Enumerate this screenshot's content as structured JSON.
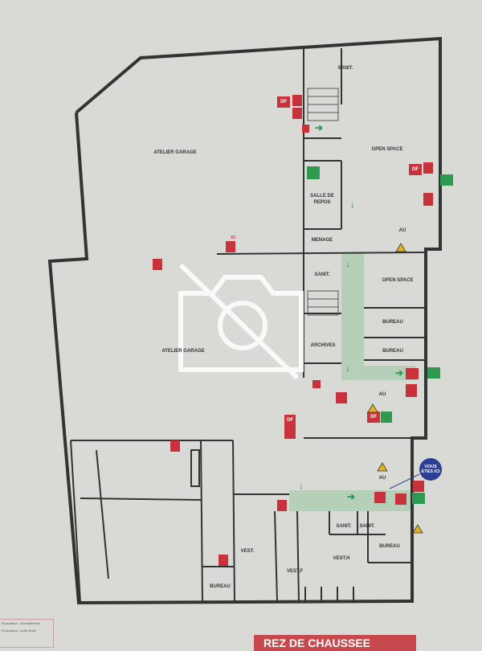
{
  "rooms": {
    "sanit_top": "SANIT.",
    "open_space_top": "OPEN SPACE",
    "atelier_garage_top": "ATELIER GARAGE",
    "salle_de_repos": "SALLE DE REPOS",
    "menage": "MENAGE",
    "sanit_mid": "SANIT.",
    "open_space_mid": "OPEN SPACE",
    "bureau_1": "BUREAU",
    "bureau_2": "BUREAU",
    "archives": "ARCHIVES",
    "atelier_garage_mid": "ATELIER GARAGE",
    "sanit_low_1": "SANIT.",
    "sanit_low_2": "SANIT.",
    "bureau_low_right": "BUREAU",
    "vest": "VEST.",
    "vest_f": "VEST.F",
    "vest_h": "VEST.H",
    "bureau_low_left": "BUREAU"
  },
  "you_are_here": "VOUS ETES ICI",
  "symbols": {
    "df": "DF",
    "au": "AU",
    "x2": "X2"
  },
  "legend": {
    "item1": "Evacuation : cheminement",
    "item2": "Evacuation : porte finale"
  },
  "banner": "REZ DE CHAUSSEE",
  "colors": {
    "evacuation_path": "#b5cfb8",
    "fire_equipment": "#c8333b",
    "exit_sign": "#2f9a4f",
    "you_are_here": "#2b3f94"
  }
}
